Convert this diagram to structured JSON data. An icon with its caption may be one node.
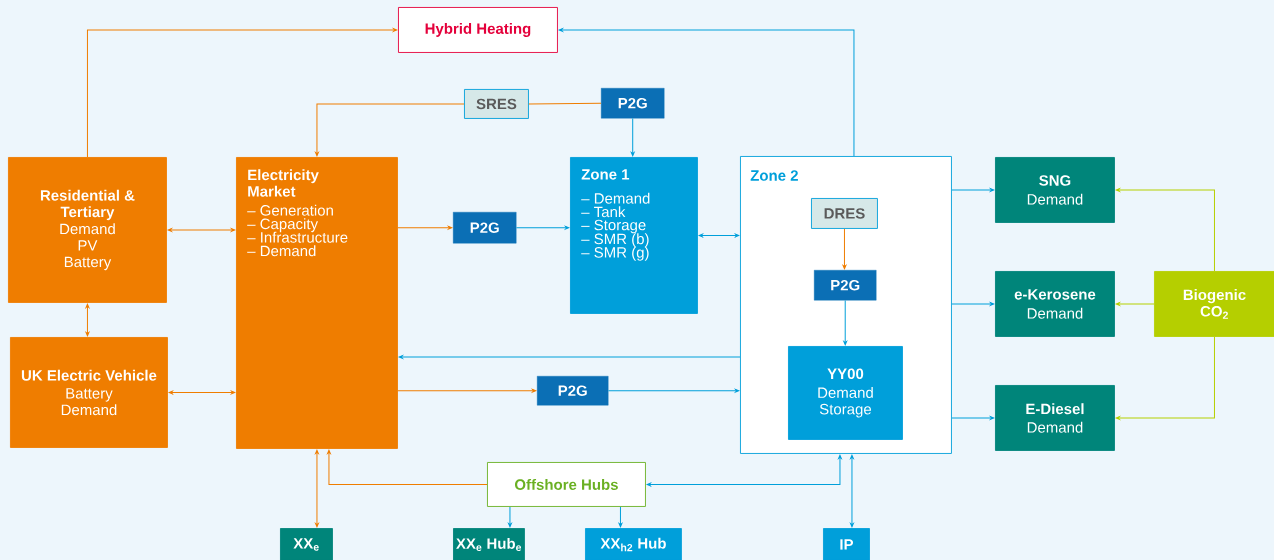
{
  "diagram": {
    "nodes": [
      {
        "text": [
          "Hybrid Heating"
        ]
      },
      {
        "text": [
          "SRES"
        ]
      },
      {
        "text": [
          "P2G"
        ]
      },
      {
        "text": [
          "Residential & Tertiary",
          "Demand PV Battery"
        ]
      },
      {
        "text": [
          "Electricity Market",
          "– Generation",
          "– Capacity",
          "– Infrastructure",
          "– Demand"
        ]
      },
      {
        "text": [
          "P2G"
        ]
      },
      {
        "text": [
          "Zone 1",
          "– Demand",
          "– Tank",
          "– Storage",
          "– SMR (b)",
          "– SMR (g)"
        ]
      },
      {
        "text": [
          "Zone 2"
        ]
      },
      {
        "text": [
          "DRES"
        ],
        "in": 7
      },
      {
        "text": [
          "P2G"
        ],
        "in": 7
      },
      {
        "text": [
          "YY00",
          "Demand Storage"
        ],
        "in": 7
      },
      {
        "text": [
          "UK Electric Vehicle",
          "Battery Demand"
        ]
      },
      {
        "text": [
          "P2G"
        ]
      },
      {
        "text": [
          "SNG",
          "Demand"
        ]
      },
      {
        "text": [
          "e-Kerosene",
          "Demand"
        ]
      },
      {
        "text": [
          "Biogenic CO$_{2}$"
        ]
      },
      {
        "text": [
          "E-Diesel",
          "Demand"
        ]
      },
      {
        "text": [
          "Offshore Hubs"
        ]
      },
      {
        "text": [
          "XX$_{e}$"
        ]
      },
      {
        "text": [
          "XX$_{e}$ Hub$_{e}$"
        ]
      },
      {
        "text": [
          "XX$_{h2}$ Hub"
        ]
      },
      {
        "text": [
          "IP"
        ]
      }
    ],
    "edges": [
      {
        "from": 3,
        "to": 0,
        "arrow": "to",
        "color": "#ef7d00"
      },
      {
        "from": 7,
        "to": 0,
        "arrow": "to"
      },
      {
        "from": 1,
        "to": 4,
        "arrow": "to",
        "color": "#ef7d00"
      },
      {
        "from": 2,
        "to": 1,
        "arrow": "none",
        "color": "#ef7d00"
      },
      {
        "from": 2,
        "to": 6,
        "arrow": "to"
      },
      {
        "from": 3,
        "to": 4,
        "arrow": "both",
        "color": "#ef7d00"
      },
      {
        "from": 4,
        "to": 5,
        "arrow": "to",
        "color": "#ef7d00"
      },
      {
        "from": 5,
        "to": 6,
        "arrow": "to"
      },
      {
        "from": 6,
        "to": 7,
        "arrow": "both"
      },
      {
        "from": 8,
        "to": 9,
        "arrow": "to",
        "color": "#ef7d00"
      },
      {
        "from": 9,
        "to": 10,
        "arrow": "to"
      },
      {
        "from": 3,
        "to": 11,
        "arrow": "both",
        "color": "#ef7d00"
      },
      {
        "from": 11,
        "to": 4,
        "arrow": "both",
        "color": "#ef7d00"
      },
      {
        "from": 7,
        "to": 4,
        "arrow": "to"
      },
      {
        "from": 4,
        "to": 12,
        "arrow": "to",
        "color": "#ef7d00"
      },
      {
        "from": 12,
        "to": 7,
        "arrow": "to"
      },
      {
        "from": 7,
        "to": 13,
        "arrow": "to"
      },
      {
        "from": 7,
        "to": 14,
        "arrow": "to"
      },
      {
        "from": 7,
        "to": 16,
        "arrow": "to"
      },
      {
        "from": 15,
        "to": 13,
        "arrow": "to",
        "color": "#b5cf00"
      },
      {
        "from": 15,
        "to": 14,
        "arrow": "to",
        "color": "#b5cf00"
      },
      {
        "from": 15,
        "to": 16,
        "arrow": "to",
        "color": "#b5cf00"
      },
      {
        "from": 4,
        "to": 18,
        "arrow": "both",
        "color": "#ef7d00"
      },
      {
        "from": 17,
        "to": 4,
        "arrow": "to",
        "color": "#ef7d00"
      },
      {
        "from": 17,
        "to": 19,
        "arrow": "to"
      },
      {
        "from": 17,
        "to": 20,
        "arrow": "to"
      },
      {
        "from": 17,
        "to": 7,
        "arrow": "both"
      },
      {
        "from": 21,
        "to": 7,
        "arrow": "both"
      }
    ]
  }
}
